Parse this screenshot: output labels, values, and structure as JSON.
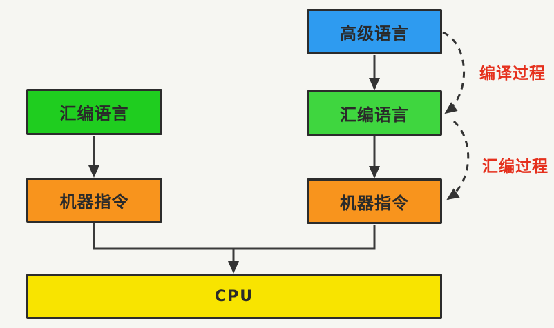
{
  "diagram": {
    "title": "language-compilation-flow",
    "background_color": "#f6f6f2",
    "line_color": "#3a3a3a",
    "boxes": {
      "high_level": {
        "label": "高级语言",
        "color": "#2e9bf0"
      },
      "assembly_left": {
        "label": "汇编语言",
        "color": "#1fcd1f"
      },
      "assembly_right": {
        "label": "汇编语言",
        "color": "#3fd63f"
      },
      "machine_left": {
        "label": "机器指令",
        "color": "#f8941d"
      },
      "machine_right": {
        "label": "机器指令",
        "color": "#f8941d"
      },
      "cpu": {
        "label": "CPU",
        "color": "#f8e400"
      }
    },
    "annotations": {
      "compile_process": {
        "label": "编译过程",
        "color": "#e5301d"
      },
      "assemble_process": {
        "label": "汇编过程",
        "color": "#e5301d"
      }
    }
  }
}
